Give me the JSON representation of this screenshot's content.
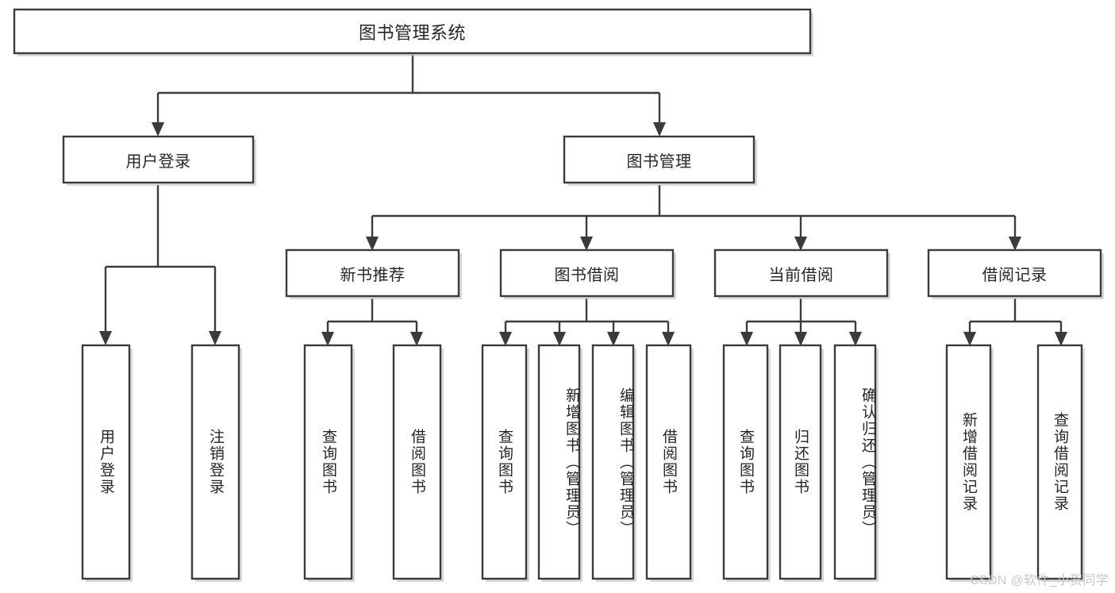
{
  "diagram": {
    "type": "hierarchy-tree",
    "title": "图书管理系统",
    "orientation": "top-down",
    "colors": {
      "box_stroke": "#3b3b3b",
      "box_fill": "#ffffff",
      "text": "#262626",
      "watermark": "#c8c8c8",
      "background": "#ffffff"
    },
    "levels": {
      "root": {
        "label": "图书管理系统"
      },
      "level2": [
        {
          "label": "用户登录"
        },
        {
          "label": "图书管理"
        }
      ],
      "level3": [
        {
          "label": "新书推荐"
        },
        {
          "label": "图书借阅"
        },
        {
          "label": "当前借阅"
        },
        {
          "label": "借阅记录"
        }
      ],
      "leaves": {
        "user_login": [
          {
            "label": "用户登录"
          },
          {
            "label": "注销登录"
          }
        ],
        "new_book_recommend": [
          {
            "label": "查询图书"
          },
          {
            "label": "借阅图书"
          }
        ],
        "book_borrow": [
          {
            "label": "查询图书"
          },
          {
            "label": "新增图书（管理员）"
          },
          {
            "label": "编辑图书（管理员）"
          },
          {
            "label": "借阅图书"
          }
        ],
        "current_borrow": [
          {
            "label": "查询图书"
          },
          {
            "label": "归还图书"
          },
          {
            "label": "确认归还（管理员）"
          }
        ],
        "borrow_record": [
          {
            "label": "新增借阅记录"
          },
          {
            "label": "查询借阅记录"
          }
        ]
      }
    }
  },
  "watermark": {
    "text": "CSDN @软件_小贺同学"
  }
}
